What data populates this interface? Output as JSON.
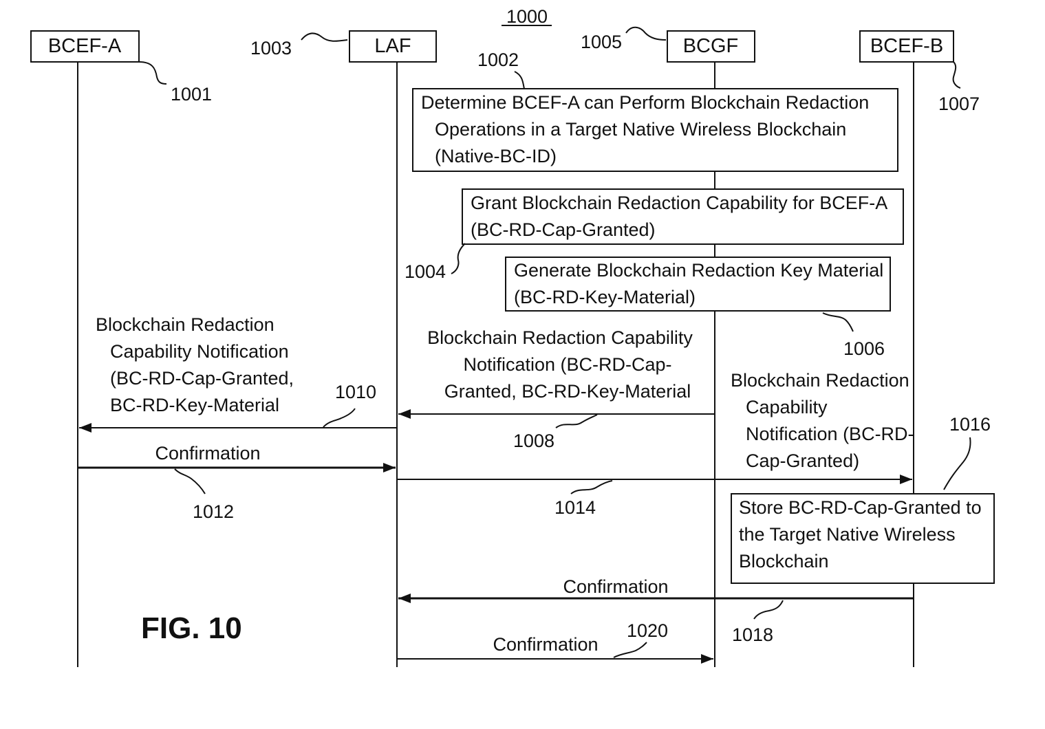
{
  "figure": {
    "number": "1000",
    "caption": "FIG. 10"
  },
  "entities": [
    {
      "name": "BCEF-A",
      "ref": "1001"
    },
    {
      "name": "LAF",
      "ref": "1003"
    },
    {
      "name": "BCGF",
      "ref": "1005"
    },
    {
      "name": "BCEF-B",
      "ref": "1007"
    }
  ],
  "process_boxes": [
    {
      "ref": "1002",
      "lines": [
        "Determine BCEF-A can Perform Blockchain Redaction",
        "Operations  in a Target Native Wireless Blockchain",
        "(Native-BC-ID)"
      ]
    },
    {
      "ref": "1004",
      "lines": [
        "Grant Blockchain Redaction Capability for BCEF-A",
        "(BC-RD-Cap-Granted)"
      ]
    },
    {
      "ref": "1006",
      "lines": [
        "Generate Blockchain Redaction Key Material",
        "(BC-RD-Key-Material)"
      ]
    },
    {
      "ref": "1016",
      "lines": [
        "Store BC-RD-Cap-Granted to",
        "the  Target Native Wireless",
        "Blockchain"
      ]
    }
  ],
  "messages": [
    {
      "ref": "1008",
      "lines": [
        "Blockchain Redaction Capability",
        "Notification (BC-RD-Cap-",
        "Granted, BC-RD-Key-Material"
      ]
    },
    {
      "ref": "1010",
      "lines": [
        "Blockchain Redaction",
        "Capability Notification",
        "(BC-RD-Cap-Granted,",
        "BC-RD-Key-Material"
      ]
    },
    {
      "ref": "1012",
      "lines": [
        "Confirmation"
      ]
    },
    {
      "ref": "1014",
      "lines": [
        "Blockchain Redaction",
        "Capability",
        "Notification (BC-RD-",
        "Cap-Granted)"
      ]
    },
    {
      "ref": "1018",
      "lines": [
        "Confirmation"
      ]
    },
    {
      "ref": "1020",
      "lines": [
        "Confirmation"
      ]
    }
  ]
}
